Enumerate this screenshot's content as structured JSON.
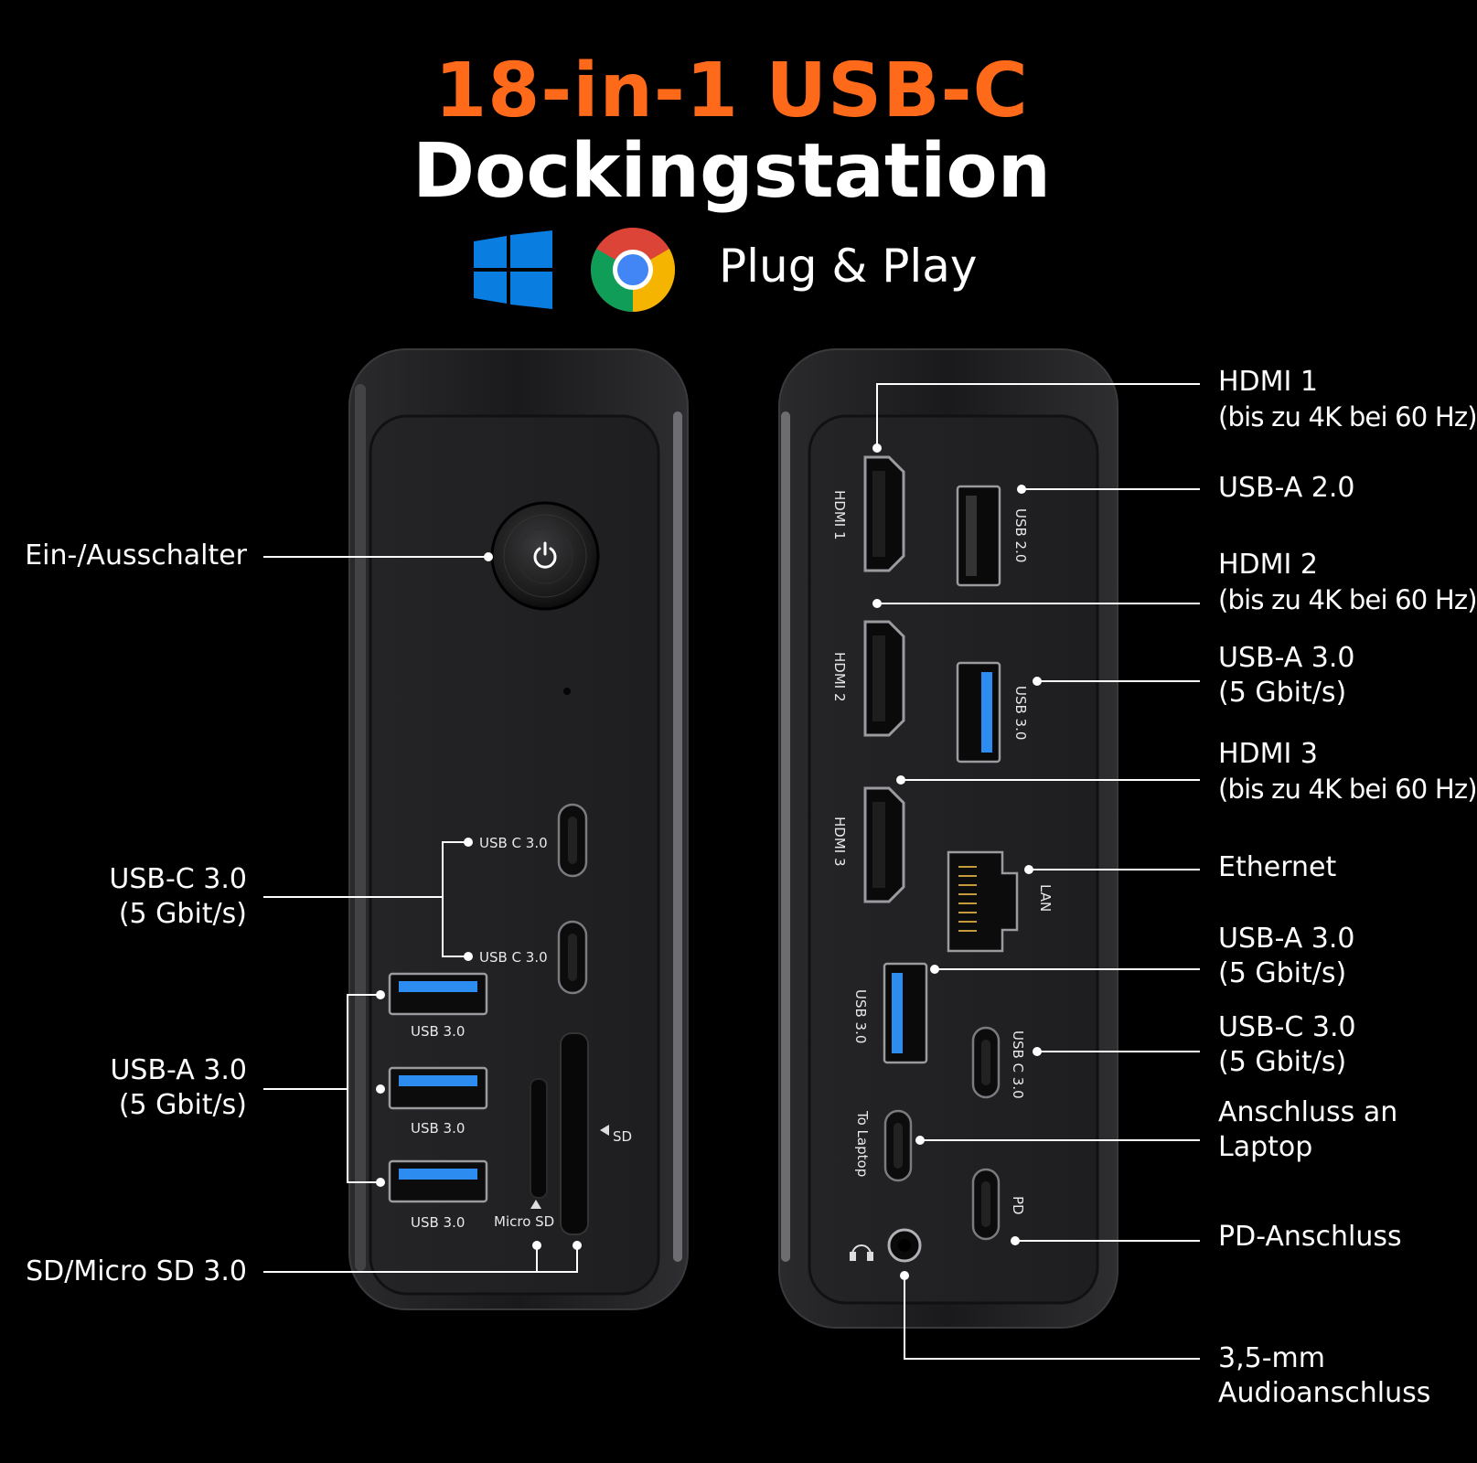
{
  "header": {
    "title_line1": "18-in-1 USB-C",
    "title_line2": "Dockingstation",
    "os_icons": [
      "windows-logo",
      "chrome-logo"
    ],
    "tagline": "Plug & Play"
  },
  "colors": {
    "accent": "#ff6a1a",
    "background": "#000000",
    "usb3_blue": "#2d8cf0",
    "device_body": "#1c1c1e"
  },
  "left_device": {
    "callouts": {
      "power": "Ein-/Ausschalter",
      "usbc": {
        "line1": "USB-C 3.0",
        "line2": "(5 Gbit/s)"
      },
      "usba": {
        "line1": "USB-A 3.0",
        "line2": "(5 Gbit/s)"
      },
      "sd": "SD/Micro SD 3.0"
    },
    "port_labels": {
      "usbc_1": "USB C 3.0",
      "usbc_2": "USB C 3.0",
      "usba_1": "USB 3.0",
      "usba_2": "USB 3.0",
      "usba_3": "USB 3.0",
      "micro_sd": "Micro SD",
      "sd": "SD"
    }
  },
  "right_device": {
    "callouts": {
      "hdmi1": {
        "line1": "HDMI 1",
        "line2": "(bis zu 4K bei 60 Hz)"
      },
      "usba20": "USB-A 2.0",
      "hdmi2": {
        "line1": "HDMI 2",
        "line2": "(bis zu 4K bei 60 Hz)"
      },
      "usba30_a": {
        "line1": "USB-A 3.0",
        "line2": "(5 Gbit/s)"
      },
      "hdmi3": {
        "line1": "HDMI 3",
        "line2": "(bis zu 4K bei 60 Hz)"
      },
      "ethernet": "Ethernet",
      "usba30_b": {
        "line1": "USB-A 3.0",
        "line2": "(5 Gbit/s)"
      },
      "usbc30": {
        "line1": "USB-C 3.0",
        "line2": "(5 Gbit/s)"
      },
      "laptop": {
        "line1": "Anschluss an",
        "line2": "Laptop"
      },
      "pd": "PD-Anschluss",
      "audio": {
        "line1": "3,5-mm",
        "line2": "Audioanschluss"
      }
    },
    "port_labels": {
      "hdmi1": "HDMI 1",
      "usb20": "USB 2.0",
      "hdmi2": "HDMI 2",
      "usb30_a": "USB 3.0",
      "hdmi3": "HDMI 3",
      "lan": "LAN",
      "usb30_b": "USB 3.0",
      "usbc30": "USB C 3.0",
      "to_laptop": "To Laptop",
      "pd": "PD"
    }
  }
}
